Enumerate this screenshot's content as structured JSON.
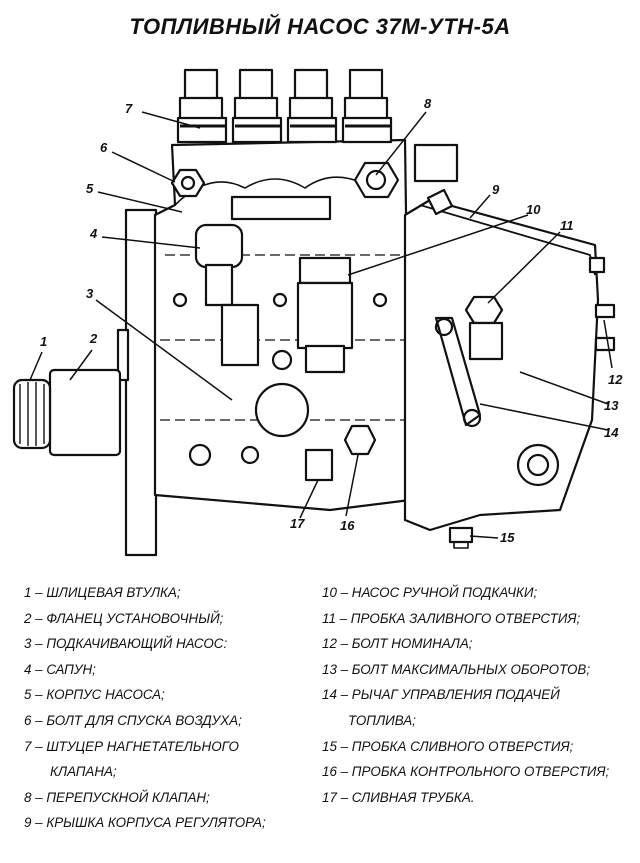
{
  "title": "ТОПЛИВНЫЙ НАСОС 37М-УТН-5А",
  "callout_numbers": [
    "1",
    "2",
    "3",
    "4",
    "5",
    "6",
    "7",
    "8",
    "9",
    "10",
    "11",
    "12",
    "13",
    "14",
    "15",
    "16",
    "17"
  ],
  "legend_left": [
    "1 – ШЛИЦЕВАЯ ВТУЛКА;",
    "2 – ФЛАНЕЦ УСТАНОВОЧНЫЙ;",
    "3 – ПОДКАЧИВАЮЩИЙ НАСОС:",
    "4 – САПУН;",
    "5 – КОРПУС НАСОСА;",
    "6 – БОЛТ ДЛЯ СПУСКА ВОЗДУХА;",
    "7 – ШТУЦЕР НАГНЕТАТЕЛЬНОГО",
    "КЛАПАНА;",
    "8 – ПЕРЕПУСКНОЙ КЛАПАН;",
    "9 – КРЫШКА КОРПУСА РЕГУЛЯТОРА;"
  ],
  "legend_right": [
    "10 – НАСОС РУЧНОЙ ПОДКАЧКИ;",
    "11 – ПРОБКА ЗАЛИВНОГО ОТВЕРСТИЯ;",
    "12 – БОЛТ НОМИНАЛА;",
    "13 – БОЛТ МАКСИМАЛЬНЫХ ОБОРОТОВ;",
    "14 – РЫЧАГ УПРАВЛЕНИЯ ПОДАЧЕЙ",
    "ТОПЛИВА;",
    "15 – ПРОБКА СЛИВНОГО ОТВЕРСТИЯ;",
    "16 – ПРОБКА КОНТРОЛЬНОГО ОТВЕРСТИЯ;",
    "17 – СЛИВНАЯ ТРУБКА."
  ]
}
